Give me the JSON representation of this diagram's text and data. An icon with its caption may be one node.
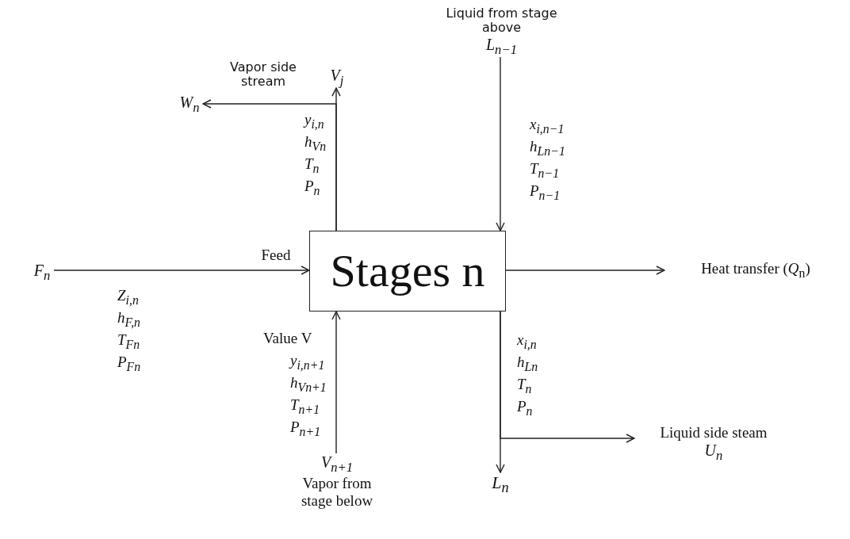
{
  "diagram": {
    "nodes": [
      {
        "text": [
          "Stages n"
        ]
      },
      {
        "text": [
          "F$_{n}$"
        ]
      },
      {
        "text": [
          "V$_{j}$"
        ]
      },
      {
        "text": [
          "W$_{n}$"
        ]
      },
      {
        "text": [
          "Liquid from stage above",
          "L$_{n−1}$"
        ]
      },
      {
        "text": [
          "Heat transfer (*Q*$_{n}$)"
        ]
      },
      {
        "text": [
          "L$_{n}$"
        ]
      },
      {
        "text": [
          "Liquid side steam",
          "U$_{n}$"
        ]
      },
      {
        "text": [
          "V$_{n+1}$",
          "Vapor from stage below"
        ]
      }
    ],
    "edges": [
      {
        "from": 1,
        "to": 0,
        "arrow": "to",
        "label": "Feed"
      },
      {
        "from": 0,
        "to": 2,
        "arrow": "to"
      },
      {
        "from": 0,
        "to": 3,
        "arrow": "to",
        "label": "Vapor side stream"
      },
      {
        "from": 4,
        "to": 0,
        "arrow": "to"
      },
      {
        "from": 0,
        "to": 5,
        "arrow": "to"
      },
      {
        "from": 8,
        "to": 0,
        "arrow": "to"
      },
      {
        "from": 0,
        "to": 6,
        "arrow": "to"
      },
      {
        "from": 0,
        "to": 7,
        "arrow": "to"
      }
    ],
    "labels": [
      "y$_{i,n}$",
      "h$_{Vn}$",
      "T$_{n}$",
      "P$_{n}$",
      "x$_{i,n−1}$",
      "h$_{Ln−1}$",
      "T$_{n−1}$",
      "P$_{n−1}$",
      "Z$_{i,n}$",
      "h$_{F,n}$",
      "T$_{Fn}$",
      "P$_{Fn}$",
      "Value V",
      "y$_{i,n+1}$",
      "h$_{Vn+1}$",
      "T$_{n+1}$",
      "P$_{n+1}$",
      "x$_{i,n}$",
      "h$_{Ln}$",
      "T$_{n}$",
      "P$_{n}$"
    ]
  }
}
